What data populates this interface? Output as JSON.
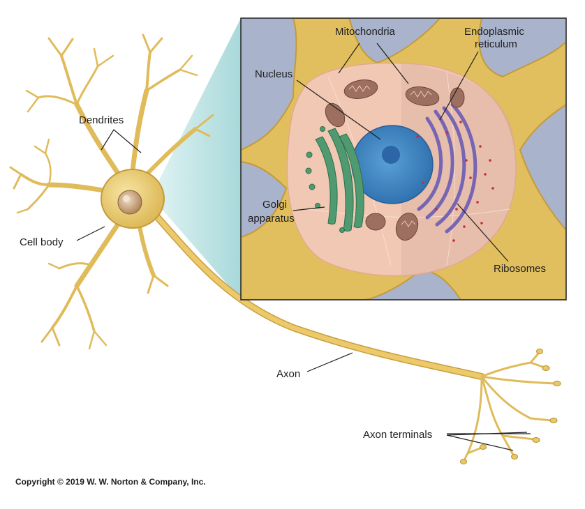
{
  "labels": {
    "dendrites": "Dendrites",
    "cell_body": "Cell body",
    "axon": "Axon",
    "axon_terminals": "Axon terminals",
    "mitochondria": "Mitochondria",
    "er_line1": "Endoplasmic",
    "er_line2": "reticulum",
    "nucleus": "Nucleus",
    "golgi_line1": "Golgi",
    "golgi_line2": "apparatus",
    "ribosomes": "Ribosomes"
  },
  "copyright": "Copyright © 2019 W. W. Norton & Company, Inc.",
  "colors": {
    "neuron_fill": "#e8c868",
    "neuron_stroke": "#b8902e",
    "inset_background": "#a9b3cc",
    "cytoplasm": "#f1c8b4",
    "nucleus": "#3f86c2",
    "nucleolus": "#2c66a6",
    "golgi": "#4f9a70",
    "endoplasmic_reticulum": "#7664b4",
    "mitochondria": "#9c6f60",
    "ribosomes": "#c0303a",
    "callout_wedge": "#bfe4e6",
    "text": "#1e1e1e"
  }
}
